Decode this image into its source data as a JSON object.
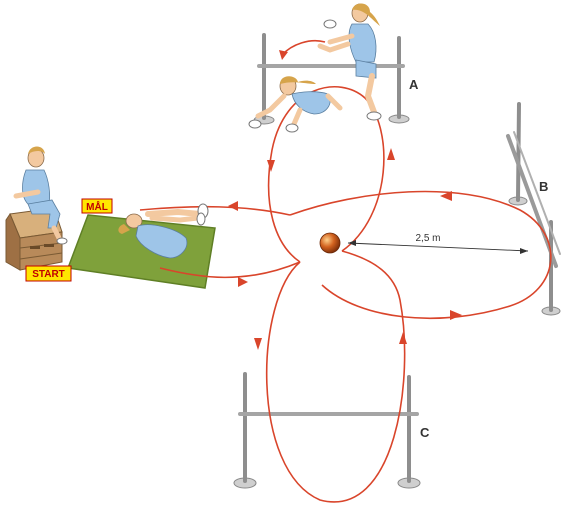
{
  "labels": {
    "goal": "MÅL",
    "start": "START",
    "station_a": "A",
    "station_b": "B",
    "station_c": "C",
    "distance": "2,5 m"
  },
  "colors": {
    "path": "#d9452b",
    "mat": "#7fa13b",
    "mat_edge": "#5f7f25",
    "tag_fill": "#ffe600",
    "tag_text": "#c00000",
    "ball": "#c8561b",
    "box": "#b88a5a",
    "shirt": "#9ec5e8",
    "skin": "#f3c9a0",
    "hair": "#d6a44b",
    "pole": "#8e8e8e"
  }
}
